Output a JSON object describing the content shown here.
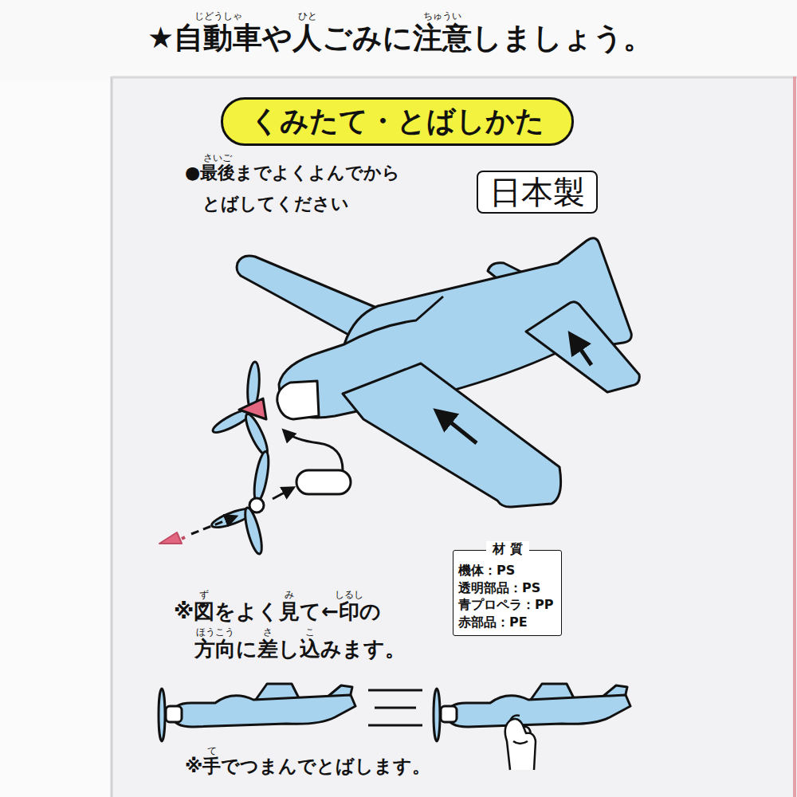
{
  "diagram": {
    "title": "くみたて・とばしかた",
    "nodes": [
      {
        "text": [
          "くみたて・とばしかた"
        ]
      },
      {
        "text": [
          "日本製"
        ]
      },
      {
        "text": [
          "材 質",
          "機体：PS",
          "透明部品：PS",
          "青プロペラ：PP",
          "赤部品：PE"
        ]
      }
    ],
    "labels": [
      "★自動車や人ごみに注意しましょう。",
      "じどうしゃ",
      "ひと",
      "ちゅうい",
      "●最後までよくよんでから とばしてください",
      "さいご",
      "※図をよく見て←印の 方向に差し込みます。",
      "ず",
      "み",
      "しるし",
      "ほうこう",
      "さ",
      "こ",
      "※手でつまんでとばします。",
      "て"
    ]
  }
}
